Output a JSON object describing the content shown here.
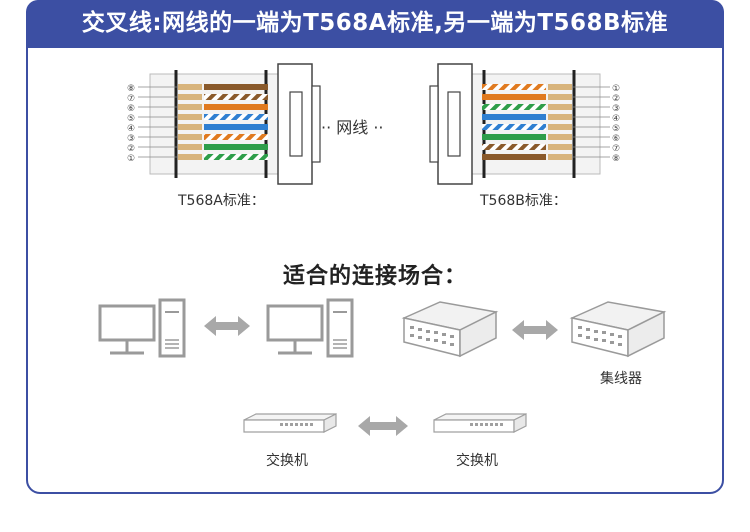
{
  "header": {
    "title": "交叉线:网线的一端为T568A标准,另一端为T568B标准"
  },
  "connectors": {
    "left_label": "T568A标准：",
    "right_label": "T568B标准：",
    "cable_label": "·· 网线 ··",
    "pin_numbers": [
      "⑧",
      "⑦",
      "⑥",
      "⑤",
      "④",
      "③",
      "②",
      "①"
    ]
  },
  "scenarios": {
    "heading": "适合的连接场合：",
    "hub_label": "集线器",
    "switch_left_label": "交换机",
    "switch_right_label": "交换机"
  },
  "colors": {
    "brand": "#3c4fa3",
    "arrow": "#a8a8a8",
    "device": "#9a9a9a",
    "orange": "#e07a1f",
    "green": "#2e9e4a",
    "blue": "#2f7fd1",
    "brown": "#8a5a2b"
  }
}
